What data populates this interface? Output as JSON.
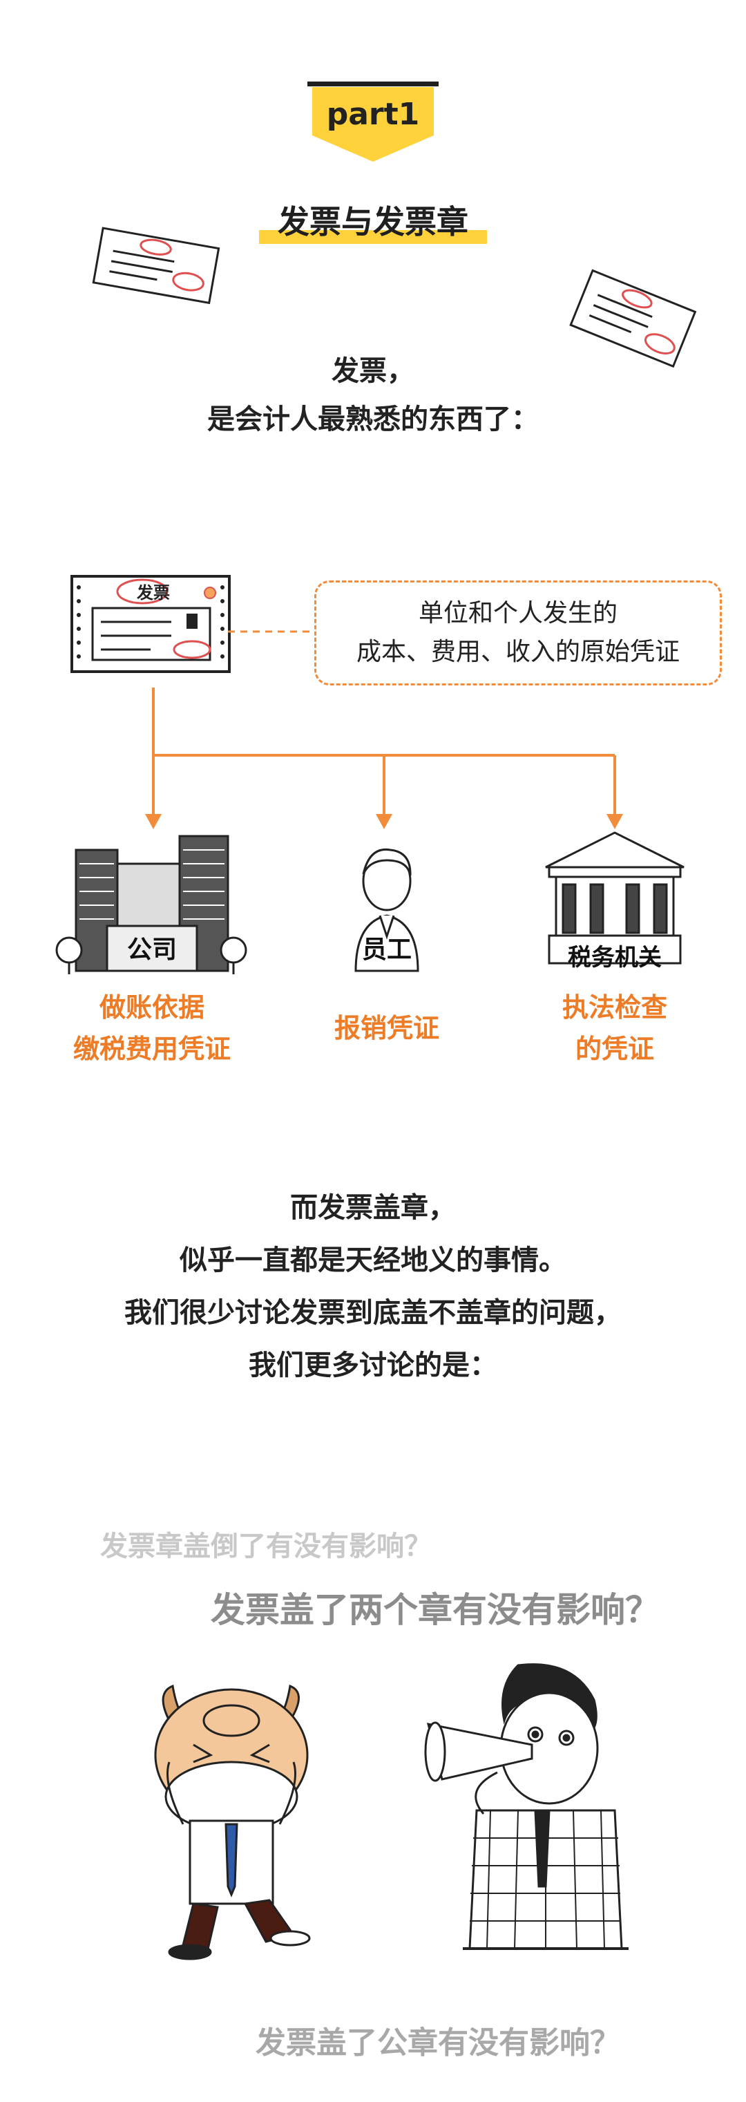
{
  "header": {
    "badge_label": "part1",
    "title": "发票与发票章",
    "badge_color": "#ffd23c"
  },
  "intro": {
    "line1": "发票，",
    "line2": "是会计人最熟悉的东西了："
  },
  "diagram": {
    "invoice_stamp_text": "发票",
    "definition_line1": "单位和个人发生的",
    "definition_line2": "成本、费用、收入的原始凭证",
    "accent_color": "#f28c3b",
    "nodes": [
      {
        "sign": "公司",
        "label_line1": "做账依据",
        "label_line2": "缴税费用凭证"
      },
      {
        "sign": "员工",
        "label_line1": "报销凭证",
        "label_line2": ""
      },
      {
        "sign": "税务机关",
        "label_line1": "执法检查",
        "label_line2": "的凭证"
      }
    ]
  },
  "body": {
    "line1": "而发票盖章，",
    "line2": "似乎一直都是天经地义的事情。",
    "line3": "我们很少讨论发票到底盖不盖章的问题，",
    "line4": "我们更多讨论的是："
  },
  "questions": {
    "q1": "发票章盖倒了有没有影响？",
    "q2": "发票盖了两个章有没有影响？",
    "q3": "发票盖了公章有没有影响？"
  }
}
